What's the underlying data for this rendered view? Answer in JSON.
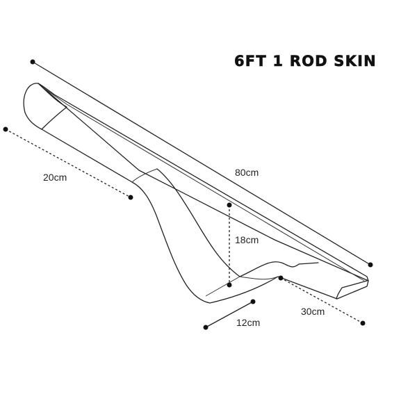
{
  "title": "6FT 1 ROD SKIN",
  "dimensions": {
    "length": "80cm",
    "end_width": "20cm",
    "height": "18cm",
    "base": "12cm",
    "tip": "30cm"
  }
}
